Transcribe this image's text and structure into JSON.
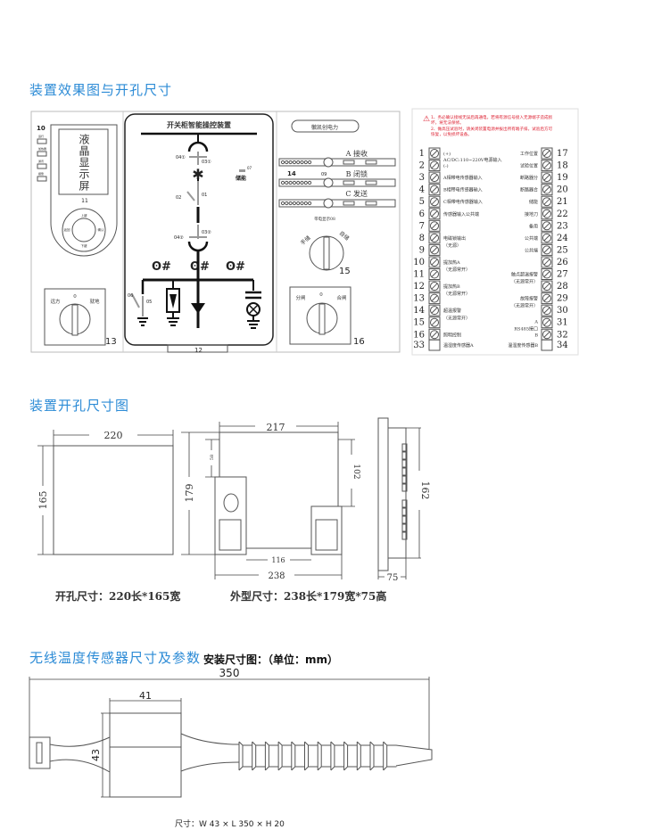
{
  "headings": {
    "effect": "装置效果图与开孔尺寸",
    "cutout": "装置开孔尺寸图",
    "sensor": "无线温度传感器尺寸及参数",
    "sensor_sub": "安装尺寸图：（单位：mm）"
  },
  "panel": {
    "label_10": "10",
    "indicators": [
      "运行",
      "加热器",
      "通讯",
      "报警"
    ],
    "lcd_text": "液晶显示屏",
    "label_11": "11",
    "keys": {
      "up": "上键",
      "down": "下键",
      "back": "返回",
      "ok": "确认"
    },
    "switch_13": {
      "left": "远方",
      "mid": "0",
      "right": "就地",
      "num": "13"
    },
    "title": "开关柜智能操控装置",
    "diagram_labels": {
      "d04_1": "04①",
      "d03_1": "03①",
      "d02": "02",
      "d01": "01",
      "d04_2": "04②",
      "d03_2": "03②",
      "d06": "06",
      "d05": "05",
      "d07": "07",
      "storage": "储能"
    },
    "label_12": "12",
    "brand": "徽凯创电力",
    "row_a": "A  接收",
    "row_b": "B  闭锁",
    "row_c": "C  发送",
    "label_14": "14",
    "label_09": "09",
    "live_display": "带电显示08",
    "knob_15": {
      "left": "手储",
      "right": "自储",
      "num": "15"
    },
    "switch_16": {
      "left": "分闸",
      "mid": "0",
      "right": "合闸",
      "num": "16"
    }
  },
  "wiring": {
    "warnings": [
      "1、务必确认接线无误后再通电，若将有源信号接入无源端子造成损",
      "坏，将无法保修。",
      "2、做高压试验时，请关闭装置电源并拔出所有端子排，试验后方可",
      "恢复，以免损坏设备。"
    ],
    "left_numbers": [
      "1",
      "2",
      "3",
      "4",
      "5",
      "6",
      "7",
      "8",
      "9",
      "10",
      "11",
      "12",
      "13",
      "14",
      "15",
      "16",
      "33"
    ],
    "right_numbers": [
      "17",
      "18",
      "19",
      "20",
      "21",
      "22",
      "23",
      "24",
      "25",
      "26",
      "27",
      "28",
      "29",
      "30",
      "31",
      "32",
      "34"
    ],
    "left_labels": [
      {
        "pin": 0,
        "text": "(+)"
      },
      {
        "pin": 0.5,
        "text": "AC/DC:110~220V电源输入"
      },
      {
        "pin": 1,
        "text": "(-)"
      },
      {
        "pin": 2,
        "text": "A相带电传感器输入"
      },
      {
        "pin": 3,
        "text": "B相带电传感器输入"
      },
      {
        "pin": 4,
        "text": "C相带电传感器输入"
      },
      {
        "pin": 5,
        "text": "传感器输入公共端"
      },
      {
        "pin": 7,
        "text": "电磁锁输出"
      },
      {
        "pin": 7.6,
        "text": "（无源）"
      },
      {
        "pin": 9,
        "text": "提加热A"
      },
      {
        "pin": 9.6,
        "text": "（无源常开）"
      },
      {
        "pin": 11,
        "text": "提加热B"
      },
      {
        "pin": 11.6,
        "text": "（无源常开）"
      },
      {
        "pin": 13,
        "text": "超温报警"
      },
      {
        "pin": 13.6,
        "text": "（无源常开）"
      },
      {
        "pin": 15,
        "text": "照明控制"
      },
      {
        "pin": 16,
        "text": "温湿度传感器A"
      }
    ],
    "right_labels": [
      {
        "pin": 0,
        "text": "工作位置"
      },
      {
        "pin": 1,
        "text": "试验位置"
      },
      {
        "pin": 2,
        "text": "断路器分"
      },
      {
        "pin": 3,
        "text": "断路器合"
      },
      {
        "pin": 4,
        "text": "储能"
      },
      {
        "pin": 5,
        "text": "接地刀"
      },
      {
        "pin": 6,
        "text": "备用"
      },
      {
        "pin": 7,
        "text": "公共端"
      },
      {
        "pin": 8,
        "text": "公共端"
      },
      {
        "pin": 10,
        "text": "触点超温报警"
      },
      {
        "pin": 10.6,
        "text": "（无源常开）"
      },
      {
        "pin": 12,
        "text": "故障报警"
      },
      {
        "pin": 12.6,
        "text": "（无源常开）"
      },
      {
        "pin": 13.9,
        "text": "A"
      },
      {
        "pin": 14.5,
        "text": "RS485接口"
      },
      {
        "pin": 15,
        "text": "B"
      },
      {
        "pin": 16,
        "text": "温湿度传感器B"
      }
    ]
  },
  "cutout_dims": {
    "width": "220",
    "height": "165",
    "outline_top": "217",
    "outline_height": "179",
    "small": "58",
    "right": "102",
    "bottom_inner": "116",
    "bottom": "238",
    "side_height": "162",
    "depth": "75",
    "caption_cutout": "开孔尺寸：220长*165宽",
    "caption_outline": "外型尺寸：238长*179宽*75高"
  },
  "sensor": {
    "length": "350",
    "body_width": "41",
    "body_height": "43",
    "caption": "尺寸：W 43 × L 350 × H 20"
  }
}
